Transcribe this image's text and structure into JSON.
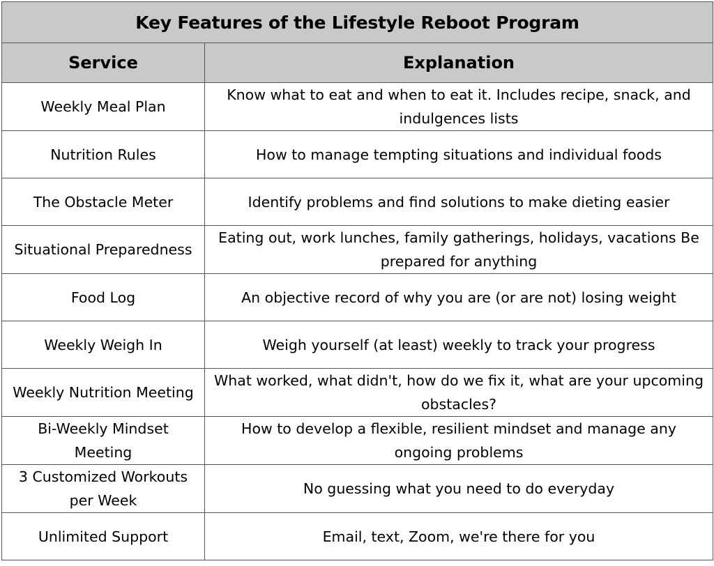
{
  "table": {
    "title": "Key Features of the Lifestyle Reboot Program",
    "headers": [
      "Service",
      "Explanation"
    ],
    "rows": [
      [
        "Weekly Meal Plan",
        "Know what to eat and when to eat it. Includes recipe, snack, and indulgences lists"
      ],
      [
        "Nutrition Rules",
        "How to manage tempting situations and individual foods"
      ],
      [
        "The Obstacle Meter",
        "Identify problems and find solutions to make dieting easier"
      ],
      [
        "Situational Preparedness",
        "Eating out, work lunches, family gatherings, holidays, vacations Be prepared for anything"
      ],
      [
        "Food Log",
        "An objective record of why you are (or are not) losing weight"
      ],
      [
        "Weekly Weigh In",
        "Weigh yourself (at least) weekly to track your progress"
      ],
      [
        "Weekly Nutrition Meeting",
        "What worked, what didn't, how do we fix it, what are your upcoming obstacles?"
      ],
      [
        "Bi-Weekly Mindset Meeting",
        "How to develop a flexible, resilient mindset and manage any ongoing problems"
      ],
      [
        "3 Customized Workouts per Week",
        "No guessing what you need to do everyday"
      ],
      [
        "Unlimited Support",
        "Email, text, Zoom, we're there for you"
      ]
    ]
  }
}
